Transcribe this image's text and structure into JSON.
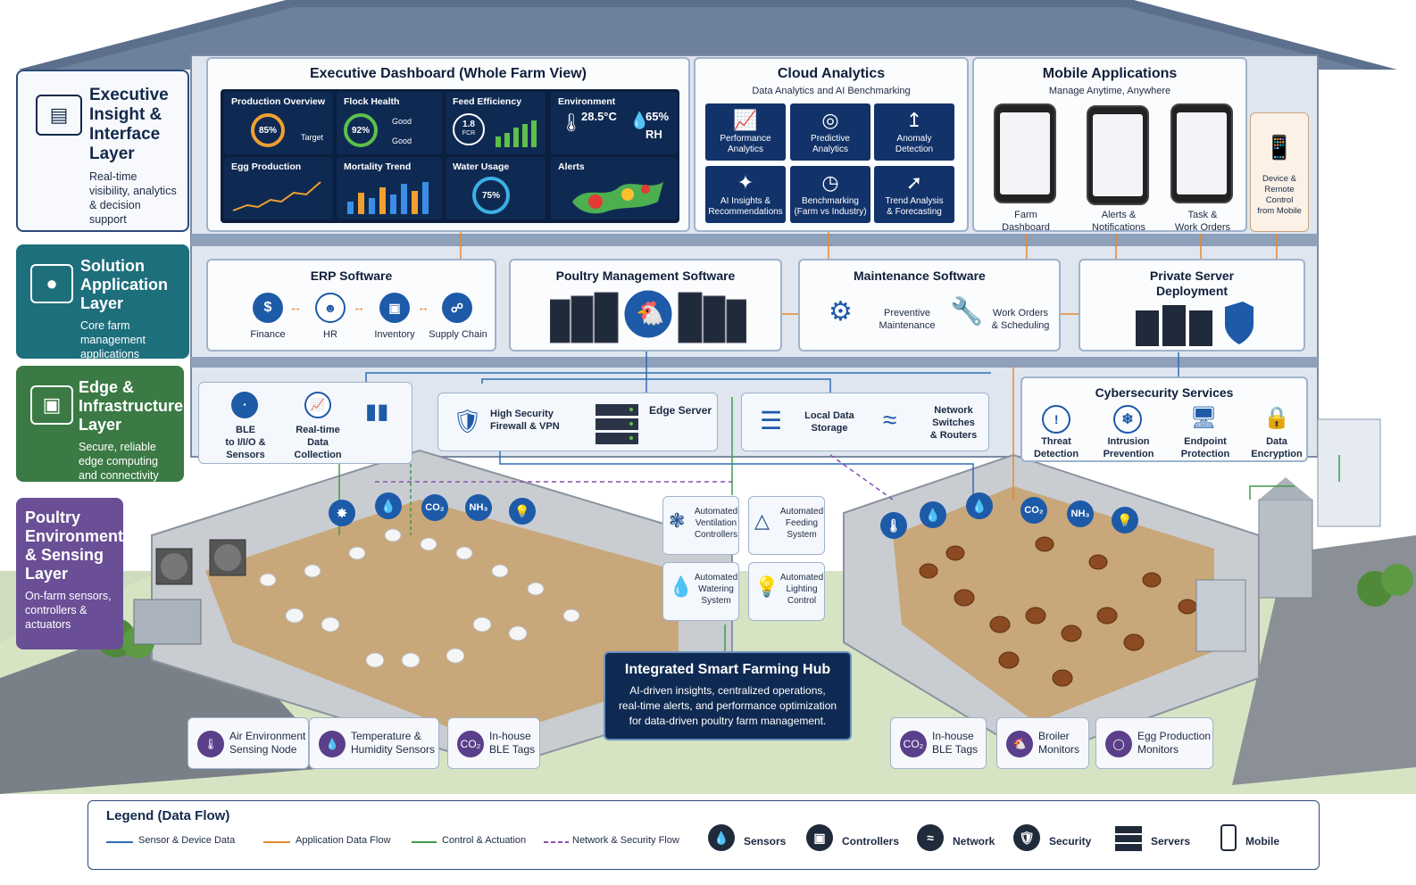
{
  "layers": {
    "executive": {
      "title": "Executive Insight & Interface Layer",
      "desc": "Real-time visibility, analytics & decision support"
    },
    "solution": {
      "title": "Solution Application Layer",
      "desc": "Core farm management applications"
    },
    "edge": {
      "title": "Edge & Infrastructure Layer",
      "desc": "Secure, reliable edge computing and connectivity"
    },
    "environment": {
      "title": "Poultry Environment & Sensing Layer",
      "desc": "On-farm sensors, controllers & actuators"
    }
  },
  "dashboard": {
    "title": "Executive Dashboard (Whole Farm View)",
    "tiles": {
      "production": {
        "title": "Production Overview",
        "value": "85%",
        "label": "Target"
      },
      "flock": {
        "title": "Flock Health",
        "value": "92%",
        "good1": "Good",
        "good2": "Good"
      },
      "feed": {
        "title": "Feed Efficiency",
        "value": "1.8",
        "unit": "FCR"
      },
      "environment": {
        "title": "Environment",
        "temp": "28.5°C",
        "humidity": "65%",
        "rh": "RH"
      },
      "egg": {
        "title": "Egg Production"
      },
      "mortality": {
        "title": "Mortality Trend"
      },
      "water": {
        "title": "Water Usage",
        "value": "75%"
      },
      "alerts": {
        "title": "Alerts"
      }
    }
  },
  "cloud": {
    "title": "Cloud Analytics",
    "subtitle": "Data Analytics and AI Benchmarking",
    "tiles": [
      {
        "l1": "Performance",
        "l2": "Analytics"
      },
      {
        "l1": "Predictive",
        "l2": "Analytics"
      },
      {
        "l1": "Anomaly",
        "l2": "Detection"
      },
      {
        "l1": "AI Insights &",
        "l2": "Recommendations"
      },
      {
        "l1": "Benchmarking",
        "l2": "(Farm vs Industry)"
      },
      {
        "l1": "Trend Analysis",
        "l2": "& Forecasting"
      }
    ]
  },
  "mobile": {
    "title": "Mobile Applications",
    "subtitle": "Manage Anytime, Anywhere",
    "apps": [
      {
        "l1": "Farm",
        "l2": "Dashboard"
      },
      {
        "l1": "Alerts &",
        "l2": "Notifications"
      },
      {
        "l1": "Task &",
        "l2": "Work Orders"
      }
    ],
    "device": [
      "Device &",
      "Remote",
      "Control",
      "from Mobile"
    ]
  },
  "erp": {
    "title": "ERP Software",
    "items": [
      "Finance",
      "HR",
      "Inventory",
      "Supply Chain"
    ]
  },
  "poultry": {
    "title": "Poultry Management Software"
  },
  "maintenance": {
    "title": "Maintenance Software",
    "preventive": [
      "Preventive",
      "Maintenance"
    ],
    "workorders": [
      "Work Orders",
      "& Scheduling"
    ]
  },
  "private": {
    "title": "Private Server",
    "title2": "Deployment"
  },
  "edge": {
    "ble": [
      "BLE",
      "to I/I/O &",
      "Sensors"
    ],
    "realtime": [
      "Real-time",
      "Data",
      "Collection"
    ],
    "firewall": [
      "High Security",
      "Firewall & VPN"
    ],
    "edge_server": "Edge Server",
    "storage": [
      "Local Data",
      "Storage"
    ],
    "network": [
      "Network",
      "Switches",
      "& Routers"
    ]
  },
  "cyber": {
    "title": "Cybersecurity Services",
    "items": [
      {
        "l1": "Threat",
        "l2": "Detection"
      },
      {
        "l1": "Intrusion",
        "l2": "Prevention"
      },
      {
        "l1": "Endpoint",
        "l2": "Protection"
      },
      {
        "l1": "Data",
        "l2": "Encryption"
      }
    ]
  },
  "automation": [
    {
      "l1": "Automated",
      "l2": "Ventilation",
      "l3": "Controllers"
    },
    {
      "l1": "Automated",
      "l2": "Feeding",
      "l3": "System"
    },
    {
      "l1": "Automated",
      "l2": "Watering",
      "l3": "System"
    },
    {
      "l1": "Automated",
      "l2": "Lighting",
      "l3": "Control"
    }
  ],
  "hub": {
    "title": "Integrated Smart Farming Hub",
    "l1": "AI-driven insights, centralized operations,",
    "l2": "real-time alerts, and performance optimization",
    "l3": "for data-driven poultry farm management."
  },
  "sensors_left": [
    {
      "l1": "Air Environment",
      "l2": "Sensing Node"
    },
    {
      "l1": "Temperature &",
      "l2": "Humidity Sensors"
    },
    {
      "l1": "In-house",
      "l2": "BLE Tags",
      "icon": "CO₂"
    }
  ],
  "sensors_right": [
    {
      "l1": "In-house",
      "l2": "BLE Tags",
      "icon": "CO₂"
    },
    {
      "l1": "Broiler",
      "l2": "Monitors"
    },
    {
      "l1": "Egg Production",
      "l2": "Monitors"
    }
  ],
  "gas_icons": {
    "co2": "CO₂",
    "nh3": "NH₃"
  },
  "legend": {
    "title": "Legend (Data Flow)",
    "lines": [
      {
        "label": "Sensor & Device Data",
        "color": "#2f6db5",
        "dash": false
      },
      {
        "label": "Application Data Flow",
        "color": "#e8892b",
        "dash": false
      },
      {
        "label": "Control & Actuation",
        "color": "#3f9a4a",
        "dash": false
      },
      {
        "label": "Network & Security Flow",
        "color": "#8a4fb0",
        "dash": true
      }
    ],
    "icons": [
      "Sensors",
      "Controllers",
      "Network",
      "Security",
      "Servers",
      "Mobile"
    ]
  }
}
